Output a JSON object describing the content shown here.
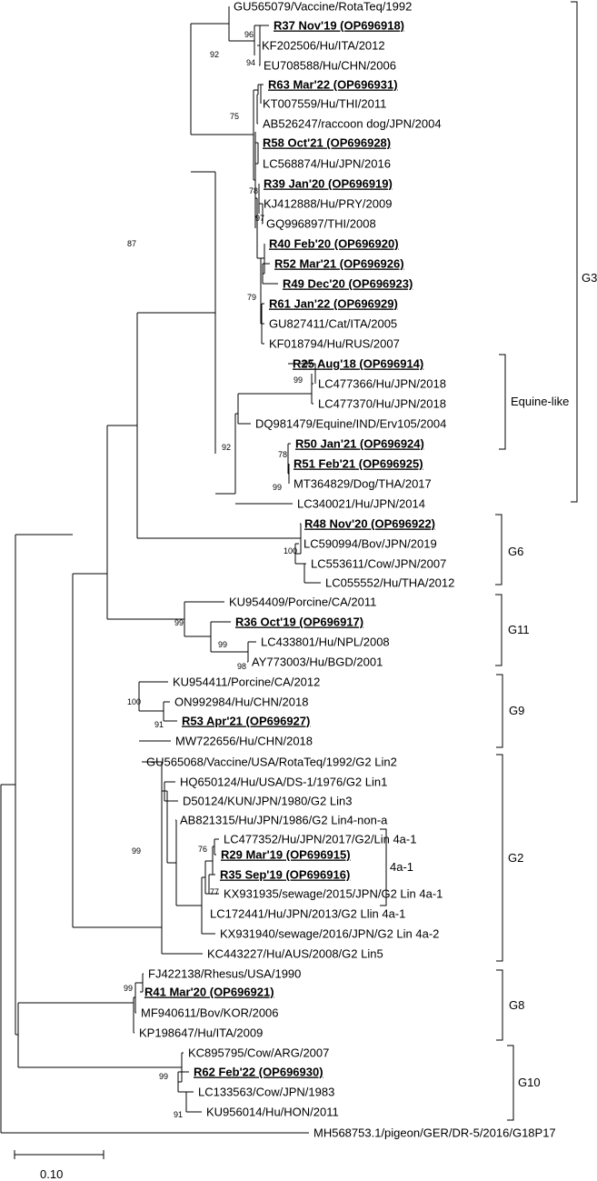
{
  "tree": {
    "leaves": [
      {
        "id": "L1",
        "label": "GU565079/Vaccine/RotaTeq/1992",
        "bold": false
      },
      {
        "id": "L2",
        "label": "R37 Nov'19 (OP696918)",
        "bold": true
      },
      {
        "id": "L3",
        "label": "KF202506/Hu/ITA/2012",
        "bold": false
      },
      {
        "id": "L4",
        "label": "EU708588/Hu/CHN/2006",
        "bold": false
      },
      {
        "id": "L5",
        "label": "R63 Mar'22 (OP696931)",
        "bold": true
      },
      {
        "id": "L6",
        "label": "KT007559/Hu/THI/2011",
        "bold": false
      },
      {
        "id": "L7",
        "label": "AB526247/raccoon dog/JPN/2004",
        "bold": false
      },
      {
        "id": "L8",
        "label": "R58 Oct'21 (OP696928)",
        "bold": true
      },
      {
        "id": "L9",
        "label": "LC568874/Hu/JPN/2016",
        "bold": false
      },
      {
        "id": "L10",
        "label": "R39 Jan'20 (OP696919)",
        "bold": true
      },
      {
        "id": "L11",
        "label": "KJ412888/Hu/PRY/2009",
        "bold": false
      },
      {
        "id": "L12",
        "label": "GQ996897/THI/2008",
        "bold": false
      },
      {
        "id": "L13",
        "label": "R40 Feb'20 (OP696920)",
        "bold": true
      },
      {
        "id": "L14",
        "label": "R52 Mar'21 (OP696926)",
        "bold": true
      },
      {
        "id": "L15",
        "label": "R49 Dec'20 (OP696923)",
        "bold": true
      },
      {
        "id": "L16",
        "label": "R61 Jan'22 (OP696929)",
        "bold": true
      },
      {
        "id": "L17",
        "label": "GU827411/Cat/ITA/2005",
        "bold": false
      },
      {
        "id": "L18",
        "label": "KF018794/Hu/RUS/2007",
        "bold": false
      },
      {
        "id": "L19",
        "label": "R25 Aug'18 (OP696914)",
        "bold": true
      },
      {
        "id": "L20",
        "label": "LC477366/Hu/JPN/2018",
        "bold": false
      },
      {
        "id": "L21",
        "label": "LC477370/Hu/JPN/2018",
        "bold": false
      },
      {
        "id": "L22",
        "label": "DQ981479/Equine/IND/Erv105/2004",
        "bold": false
      },
      {
        "id": "L23",
        "label": "R50 Jan'21 (OP696924)",
        "bold": true
      },
      {
        "id": "L24",
        "label": "R51 Feb'21 (OP696925)",
        "bold": true
      },
      {
        "id": "L25",
        "label": "MT364829/Dog/THA/2017",
        "bold": false
      },
      {
        "id": "L26",
        "label": "LC340021/Hu/JPN/2014",
        "bold": false
      },
      {
        "id": "L27",
        "label": "R48 Nov'20 (OP696922)",
        "bold": true
      },
      {
        "id": "L28",
        "label": "LC590994/Bov/JPN/2019",
        "bold": false
      },
      {
        "id": "L29",
        "label": "LC553611/Cow/JPN/2007",
        "bold": false
      },
      {
        "id": "L30",
        "label": "LC055552/Hu/THA/2012",
        "bold": false
      },
      {
        "id": "L31",
        "label": "KU954409/Porcine/CA/2011",
        "bold": false
      },
      {
        "id": "L32",
        "label": "R36 Oct'19 (OP696917)",
        "bold": true
      },
      {
        "id": "L33",
        "label": "LC433801/Hu/NPL/2008",
        "bold": false
      },
      {
        "id": "L34",
        "label": "AY773003/Hu/BGD/2001",
        "bold": false
      },
      {
        "id": "L35",
        "label": "KU954411/Porcine/CA/2012",
        "bold": false
      },
      {
        "id": "L36",
        "label": "ON992984/Hu/CHN/2018",
        "bold": false
      },
      {
        "id": "L37",
        "label": "R53 Apr'21 (OP696927)",
        "bold": true
      },
      {
        "id": "L38",
        "label": "MW722656/Hu/CHN/2018",
        "bold": false
      },
      {
        "id": "L39",
        "label": "GU565068/Vaccine/USA/RotaTeq/1992/G2 Lin2",
        "bold": false
      },
      {
        "id": "L40",
        "label": "HQ650124/Hu/USA/DS-1/1976/G2 Lin1",
        "bold": false
      },
      {
        "id": "L41",
        "label": "D50124/KUN/JPN/1980/G2 Lin3",
        "bold": false
      },
      {
        "id": "L42",
        "label": "AB821315/Hu/JPN/1986/G2 Lin4-non-a",
        "bold": false
      },
      {
        "id": "L43",
        "label": "LC477352/Hu/JPN/2017/G2/Lin 4a-1",
        "bold": false
      },
      {
        "id": "L44",
        "label": "R29 Mar'19 (OP696915)",
        "bold": true
      },
      {
        "id": "L45",
        "label": "R35 Sep'19 (OP696916)",
        "bold": true
      },
      {
        "id": "L46",
        "label": "KX931935/sewage/2015/JPN/G2 Lin 4a-1",
        "bold": false
      },
      {
        "id": "L47",
        "label": "LC172441/Hu/JPN/2013/G2 Llin 4a-1",
        "bold": false
      },
      {
        "id": "L48",
        "label": "KX931940/sewage/2016/JPN/G2 Lin 4a-2",
        "bold": false
      },
      {
        "id": "L49",
        "label": "KC443227/Hu/AUS/2008/G2 Lin5",
        "bold": false
      },
      {
        "id": "L50",
        "label": "FJ422138/Rhesus/USA/1990",
        "bold": false
      },
      {
        "id": "L51",
        "label": "R41 Mar'20 (OP696921)",
        "bold": true
      },
      {
        "id": "L52",
        "label": "MF940611/Bov/KOR/2006",
        "bold": false
      },
      {
        "id": "L53",
        "label": "KP198647/Hu/ITA/2009",
        "bold": false
      },
      {
        "id": "L54",
        "label": "KC895795/Cow/ARG/2007",
        "bold": false
      },
      {
        "id": "L55",
        "label": "R62 Feb'22 (OP696930)",
        "bold": true
      },
      {
        "id": "L56",
        "label": "LC133563/Cow/JPN/1983",
        "bold": false
      },
      {
        "id": "L57",
        "label": "KU956014/Hu/HON/2011",
        "bold": false
      },
      {
        "id": "L58",
        "label": "MH568753.1/pigeon/GER/DR-5/2016/G18P17",
        "bold": false
      }
    ],
    "bootstrap": [
      {
        "id": "b96",
        "value": "96"
      },
      {
        "id": "b94",
        "value": "94"
      },
      {
        "id": "b92a",
        "value": "92"
      },
      {
        "id": "b75",
        "value": "75"
      },
      {
        "id": "b78",
        "value": "78"
      },
      {
        "id": "b97a",
        "value": "97"
      },
      {
        "id": "b79",
        "value": "79"
      },
      {
        "id": "b87",
        "value": "87"
      },
      {
        "id": "b97b",
        "value": "97"
      },
      {
        "id": "b99a",
        "value": "99"
      },
      {
        "id": "b92b",
        "value": "92"
      },
      {
        "id": "b78b",
        "value": "78"
      },
      {
        "id": "b99b",
        "value": "99"
      },
      {
        "id": "b100a",
        "value": "100"
      },
      {
        "id": "b99c",
        "value": "99"
      },
      {
        "id": "b99d",
        "value": "99"
      },
      {
        "id": "b98",
        "value": "98"
      },
      {
        "id": "b100b",
        "value": "100"
      },
      {
        "id": "b91a",
        "value": "91"
      },
      {
        "id": "b99e",
        "value": "99"
      },
      {
        "id": "b76",
        "value": "76"
      },
      {
        "id": "b77",
        "value": "77"
      },
      {
        "id": "b99f",
        "value": "99"
      },
      {
        "id": "b99g",
        "value": "99"
      },
      {
        "id": "b91b",
        "value": "91"
      }
    ],
    "groups": [
      {
        "id": "G3",
        "label": "G3"
      },
      {
        "id": "EQ",
        "label": "Equine-like"
      },
      {
        "id": "G6",
        "label": "G6"
      },
      {
        "id": "G11",
        "label": "G11"
      },
      {
        "id": "G9",
        "label": "G9"
      },
      {
        "id": "G2",
        "label": "G2"
      },
      {
        "id": "LIN4A",
        "label": "4a-1"
      },
      {
        "id": "G8",
        "label": "G8"
      },
      {
        "id": "G10",
        "label": "G10"
      }
    ],
    "scale_bar": {
      "value": 0.1,
      "label": "0.10"
    }
  }
}
